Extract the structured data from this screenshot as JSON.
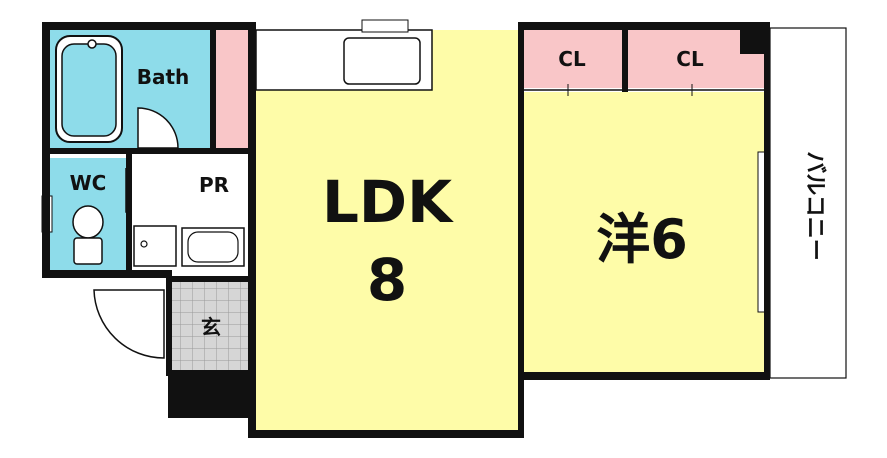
{
  "rooms": {
    "bath": "Bath",
    "wc": "WC",
    "pr": "PR",
    "ldk_name": "LDK",
    "ldk_size": "8",
    "western": "洋6",
    "closet_left": "CL",
    "closet_right": "CL",
    "entrance": "玄",
    "balcony": "バルコニー"
  },
  "colors": {
    "wall": "#111111",
    "ldk_floor": "#FEFCA8",
    "bath_floor": "#8EDCEA",
    "closet": "#F9C6C8",
    "entrance_tile": "#C8C8C8",
    "white": "#FFFFFF"
  }
}
